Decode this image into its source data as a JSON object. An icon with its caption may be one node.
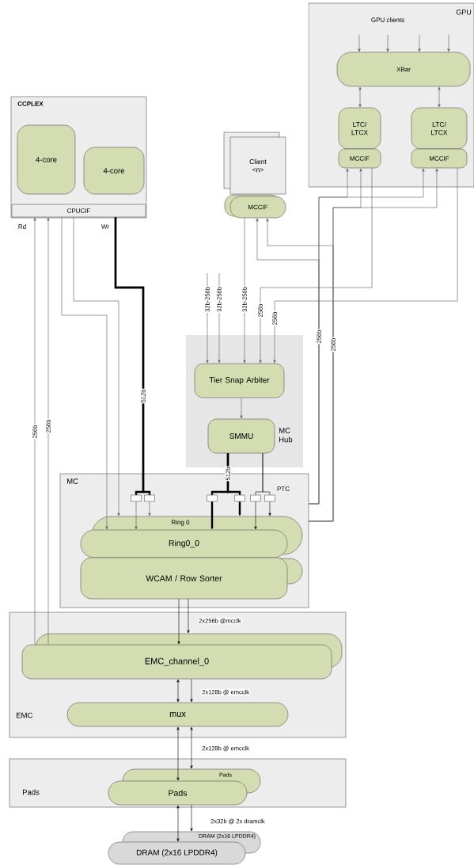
{
  "diagram": {
    "nodes": [
      {
        "text": [
          "CCPLEX"
        ]
      },
      {
        "text": [
          "4-core"
        ],
        "in": 0
      },
      {
        "text": [
          "4-core"
        ],
        "in": 0
      },
      {
        "text": [
          "CPUCIF"
        ],
        "in": 0
      },
      {
        "text": [
          "GPU"
        ]
      },
      {
        "text": [
          "XBar"
        ],
        "in": 4
      },
      {
        "text": [
          "LTC/ LTCX"
        ],
        "in": 4
      },
      {
        "text": [
          "MCCIF"
        ],
        "in": 4
      },
      {
        "text": [
          "LTC/ LTCX"
        ],
        "in": 4
      },
      {
        "text": [
          "MCCIF"
        ],
        "in": 4
      },
      {
        "text": [
          "Client <n>"
        ]
      },
      {
        "text": [
          "MCCIF"
        ]
      },
      {
        "text": [
          "MC Hub"
        ]
      },
      {
        "text": [
          "Tier Snap Arbiter"
        ],
        "in": 12
      },
      {
        "text": [
          "SMMU"
        ],
        "in": 12
      },
      {
        "text": [
          "MC"
        ]
      },
      {
        "text": [
          "Ring 0",
          "Ring0_0"
        ],
        "in": 15
      },
      {
        "text": [
          "WCAM / Row Sorter"
        ],
        "in": 15
      },
      {
        "text": [
          "EMC"
        ]
      },
      {
        "text": [
          "EMC_channel_0"
        ],
        "in": 18
      },
      {
        "text": [
          "mux"
        ],
        "in": 18
      },
      {
        "text": [
          "Pads"
        ]
      },
      {
        "text": [
          "Pads",
          "Pads"
        ],
        "in": 21
      },
      {
        "text": [
          "DRAM (2x16 LPDDR4)",
          "DRAM (2x16 LPDDR4)"
        ]
      },
      {
        "text": [],
        "shape": "box",
        "in": 15
      },
      {
        "text": [],
        "shape": "box",
        "in": 15
      },
      {
        "text": [],
        "shape": "box",
        "in": 15
      },
      {
        "text": [],
        "shape": "box",
        "in": 15
      },
      {
        "text": [],
        "shape": "box",
        "in": 15
      },
      {
        "text": [],
        "shape": "box",
        "in": 15
      }
    ],
    "edges": [
      {
        "from": null,
        "to": 5,
        "arrow": "to"
      },
      {
        "from": null,
        "to": 5,
        "arrow": "to"
      },
      {
        "from": null,
        "to": 5,
        "arrow": "to"
      },
      {
        "from": null,
        "to": 5,
        "arrow": "to"
      },
      {
        "from": 5,
        "to": 6,
        "arrow": "both"
      },
      {
        "from": 5,
        "to": 8,
        "arrow": "both"
      },
      {
        "from": 15,
        "to": 11,
        "arrow": "to",
        "label": "256b"
      },
      {
        "from": 15,
        "to": 7,
        "arrow": "to"
      },
      {
        "from": 15,
        "to": 9,
        "arrow": "to"
      },
      {
        "from": 15,
        "to": 11,
        "arrow": "to",
        "label": "256b"
      },
      {
        "from": 15,
        "to": 7,
        "arrow": "to"
      },
      {
        "from": 15,
        "to": 9,
        "arrow": "to"
      },
      {
        "from": 11,
        "to": 13,
        "arrow": "to",
        "label": "32b-256b"
      },
      {
        "from": 7,
        "to": 13,
        "arrow": "to",
        "label": "256b"
      },
      {
        "from": 9,
        "to": 13,
        "arrow": "to",
        "label": "256b"
      },
      {
        "from": null,
        "to": 13,
        "arrow": "to",
        "label": "32b-256b"
      },
      {
        "from": null,
        "to": 13,
        "arrow": "to",
        "label": "32b-256b"
      },
      {
        "from": 13,
        "to": 14,
        "arrow": "to"
      },
      {
        "from": 19,
        "to": 3,
        "arrow": "to",
        "label": "256b"
      },
      {
        "from": 19,
        "to": 3,
        "arrow": "to",
        "label": "256b"
      },
      {
        "from": 3,
        "to": 16,
        "arrow": "to"
      },
      {
        "from": 3,
        "to": 16,
        "arrow": "to"
      },
      {
        "from": 3,
        "to": 24,
        "arrow": "none",
        "label": "512b",
        "style": "thick",
        "color": "#000000"
      },
      {
        "from": 3,
        "to": 25,
        "arrow": "none",
        "style": "thick",
        "color": "#000000"
      },
      {
        "from": 14,
        "to": 26,
        "arrow": "none",
        "label": "512b",
        "style": "thick",
        "color": "#000000"
      },
      {
        "from": 14,
        "to": 27,
        "arrow": "none",
        "style": "thick",
        "color": "#000000"
      },
      {
        "from": 14,
        "to": 28,
        "arrow": "none",
        "color": "#000000"
      },
      {
        "from": 14,
        "to": 29,
        "arrow": "none",
        "color": "#000000"
      },
      {
        "from": 24,
        "to": 16,
        "arrow": "to"
      },
      {
        "from": 25,
        "to": 16,
        "arrow": "to"
      },
      {
        "from": 26,
        "to": 16,
        "arrow": "to",
        "style": "thick",
        "color": "#000000"
      },
      {
        "from": 27,
        "to": 16,
        "arrow": "to",
        "style": "thick",
        "color": "#000000"
      },
      {
        "from": 28,
        "to": 16,
        "arrow": "to",
        "color": "#000000"
      },
      {
        "from": 29,
        "to": 16,
        "arrow": "to",
        "color": "#000000"
      },
      {
        "from": 17,
        "to": 19,
        "arrow": "to",
        "color": "#000000"
      },
      {
        "from": 17,
        "to": 19,
        "arrow": "to",
        "label": "2x256b @mcclk",
        "color": "#000000"
      },
      {
        "from": 19,
        "to": 20,
        "arrow": "both",
        "color": "#000000"
      },
      {
        "from": 19,
        "to": 20,
        "arrow": "to",
        "label": "2x128b @ emcclk",
        "color": "#000000"
      },
      {
        "from": 20,
        "to": 22,
        "arrow": "both",
        "color": "#000000"
      },
      {
        "from": 20,
        "to": 22,
        "arrow": "both",
        "label": "2x128b @ emcclk",
        "color": "#000000"
      },
      {
        "from": 22,
        "to": 23,
        "arrow": "both",
        "color": "#000000"
      },
      {
        "from": 22,
        "to": 23,
        "arrow": "to",
        "label": "2x32b @ 2x dramclk",
        "color": "#000000"
      }
    ],
    "labels": [
      "GPU clients",
      "Rd",
      "Wr",
      "PTC"
    ]
  }
}
